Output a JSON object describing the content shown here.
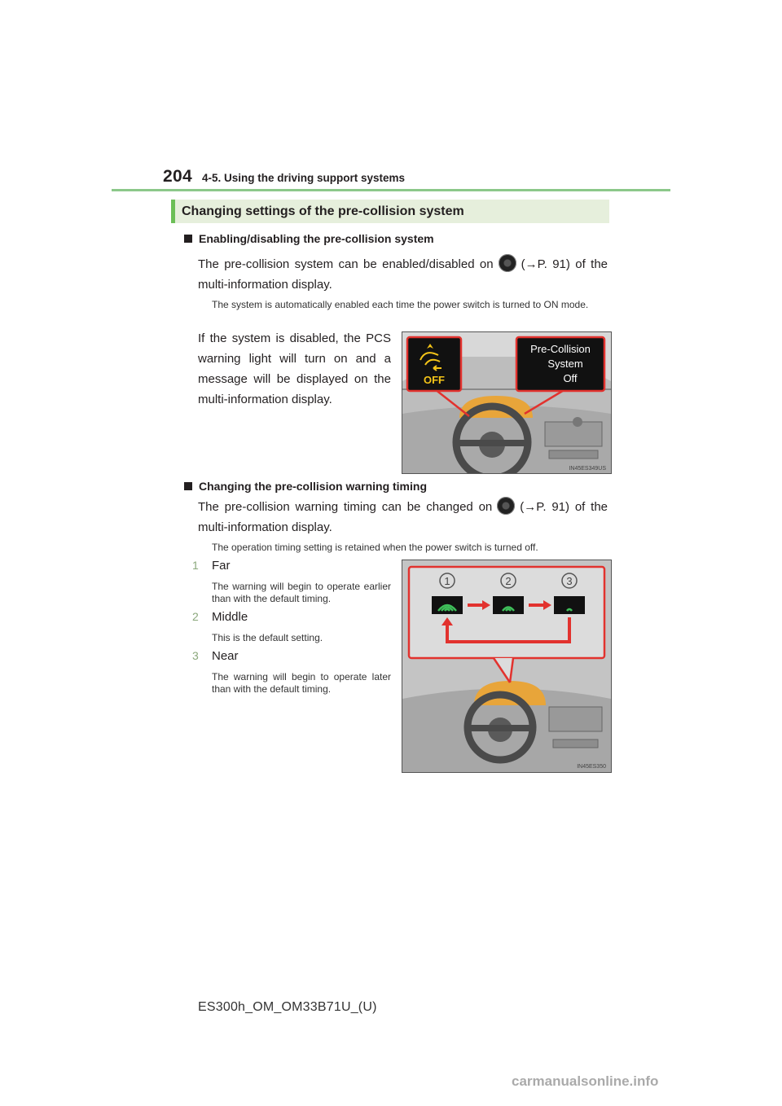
{
  "header": {
    "page_number": "204",
    "section": "4-5. Using the driving support systems"
  },
  "section_heading": "Changing settings of the pre-collision system",
  "block1": {
    "heading": "Enabling/disabling the pre-collision system",
    "para_before": "The pre-collision system can be enabled/disabled on",
    "para_after": "(→P. 91) of the multi-information display.",
    "note": "The system is automatically enabled each time the power switch is turned to ON mode.",
    "side_text": "If the system is disabled, the PCS warning light will turn on and a message will be displayed on the multi-information display.",
    "figure": {
      "icon_label": "OFF",
      "message": [
        "Pre-Collision",
        "System",
        "Off"
      ],
      "code": "IN45ES349US"
    }
  },
  "block2": {
    "heading": "Changing the pre-collision warning timing",
    "para_before": "The pre-collision warning timing can be changed on",
    "para_after": "(→P. 91) of the multi-information display.",
    "note": "The operation timing setting is retained when the power switch is turned off.",
    "items": [
      {
        "num": "1",
        "label": "Far",
        "desc": "The warning will begin to operate earlier than with the default timing."
      },
      {
        "num": "2",
        "label": "Middle",
        "desc": "This is the default setting."
      },
      {
        "num": "3",
        "label": "Near",
        "desc": "The warning will begin to operate later than with the default timing."
      }
    ],
    "figure": {
      "steps": [
        "1",
        "2",
        "3"
      ],
      "code": "IN45ES350"
    }
  },
  "footer": "ES300h_OM_OM33B71U_(U)",
  "watermark": "carmanualsonline.info",
  "icons": {
    "settings": "gear-icon",
    "pcs_warning": "pcs-warning-icon",
    "bullet": "square-bullet-icon"
  },
  "colors": {
    "accent_green": "#6cbf57",
    "header_rule": "#8cc88a",
    "heading_box": "#e6efdc",
    "badge_green": "#8ba87c",
    "display_orange": "#e8a53a",
    "callout_red": "#e2322e"
  }
}
